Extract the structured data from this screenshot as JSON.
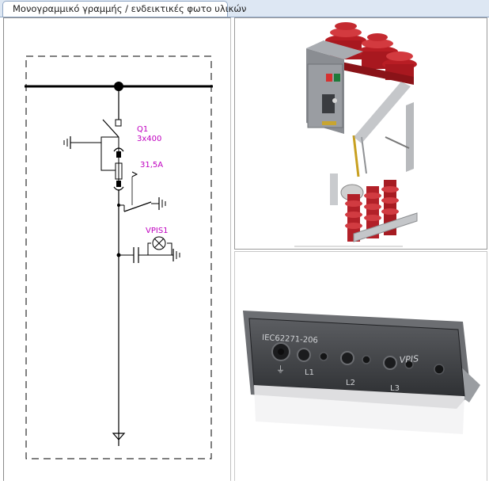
{
  "tabs": [
    {
      "label": "Μονογραμμικό γραμμής / ενδεικτικές φωτο υλικών",
      "active": true
    }
  ],
  "diagram": {
    "breaker_label": "Q1",
    "breaker_rating": "3x400",
    "fuse_rating": "31,5A",
    "indicator_label": "VPIS1",
    "label_color": "#c000c0"
  },
  "photos": {
    "bottom": {
      "standard": "IEC62271-206",
      "phase_1": "L1",
      "phase_2": "L2",
      "phase_3": "L3",
      "brand": "VPIS"
    }
  }
}
